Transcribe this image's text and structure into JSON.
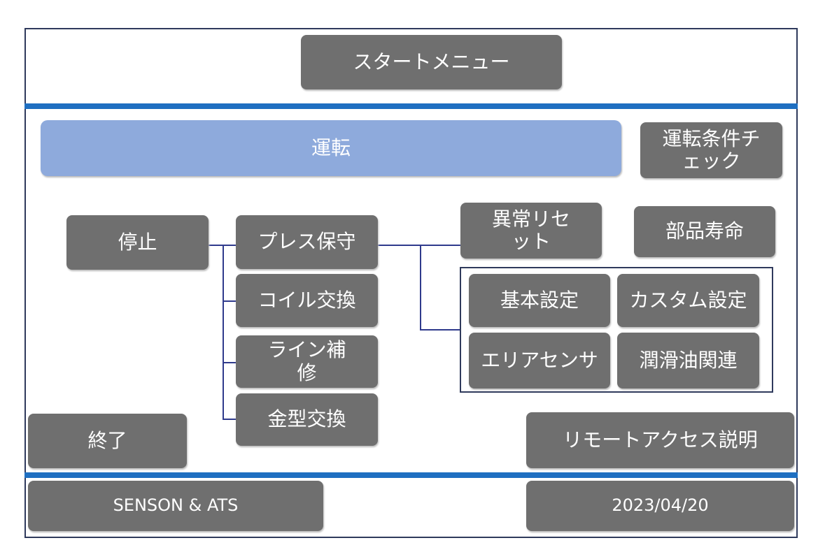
{
  "header": {
    "start_menu": "スタートメニュー"
  },
  "main": {
    "run": "運転",
    "run_condition_check": "運転条件チェック",
    "stop": "停止",
    "press_maintenance": "プレス保守",
    "coil_change": "コイル交換",
    "line_repair": "ライン補修",
    "die_change": "金型交換",
    "error_reset": "異常リセット",
    "parts_life": "部品寿命",
    "basic_settings": "基本設定",
    "custom_settings": "カスタム設定",
    "area_sensor": "エリアセンサ",
    "lubricant": "潤滑油関連",
    "exit": "終了",
    "remote_access": "リモートアクセス説明"
  },
  "footer": {
    "company": "SENSON & ATS",
    "date": "2023/04/20"
  },
  "colors": {
    "button": "#6f6f6f",
    "run": "#8eaadc",
    "divider": "#1f6fc1"
  }
}
